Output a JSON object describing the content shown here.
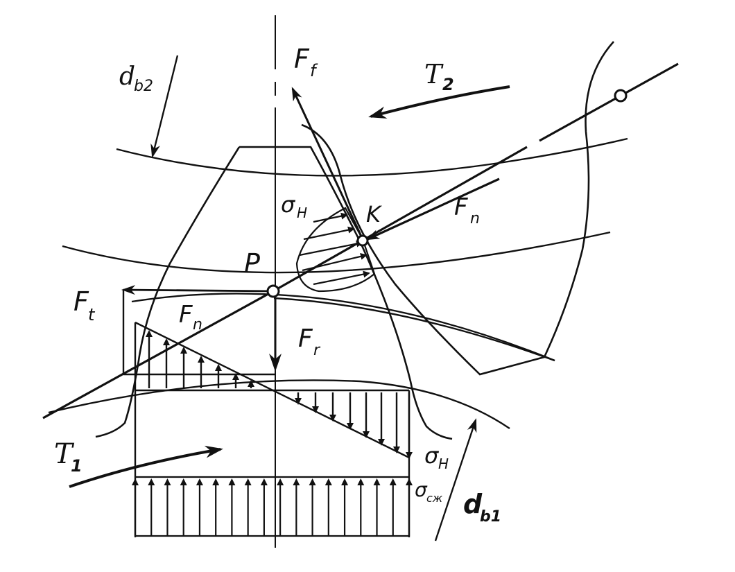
{
  "diagram": {
    "colors": {
      "ink": "#111111",
      "background": "#ffffff"
    },
    "labels": {
      "db2": {
        "main": "d",
        "sub": "b2"
      },
      "ff": {
        "main": "F",
        "sub": "f"
      },
      "t2": {
        "main": "T",
        "sub": "2"
      },
      "sigma_h_top": {
        "main": "σ",
        "sub": "H"
      },
      "k": {
        "main": "K"
      },
      "fn_right": {
        "main": "F",
        "sub": "n"
      },
      "p": {
        "main": "P"
      },
      "ft": {
        "main": "F",
        "sub": "t"
      },
      "fn_left": {
        "main": "F",
        "sub": "n"
      },
      "fr": {
        "main": "F",
        "sub": "r"
      },
      "t1": {
        "main": "T",
        "sub": "1"
      },
      "sigma_h_bottom": {
        "main": "σ",
        "sub": "H"
      },
      "sigma_cz": {
        "main": "σ",
        "sub": "сж"
      },
      "db1": {
        "main": "d",
        "sub": "b1"
      }
    }
  }
}
